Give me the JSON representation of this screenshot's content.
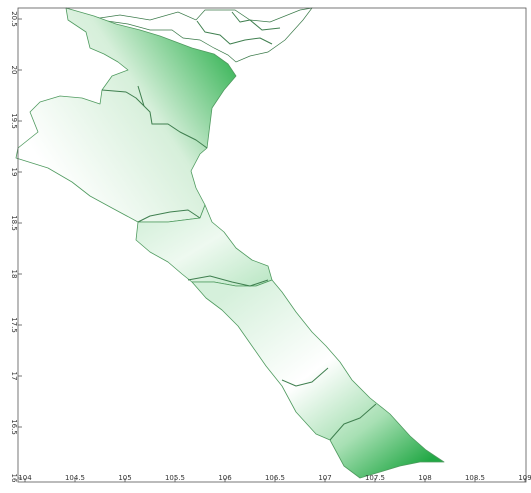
{
  "map": {
    "colors": {
      "region_light": "#ffffff",
      "region_dark": "#2fb34f",
      "border": "#3f7f4f",
      "frame": "#555555"
    },
    "x_axis": {
      "ticks": [
        {
          "value": 104,
          "label": "104"
        },
        {
          "value": 104.5,
          "label": "104.5"
        },
        {
          "value": 105,
          "label": "105"
        },
        {
          "value": 105.5,
          "label": "105.5"
        },
        {
          "value": 106,
          "label": "106"
        },
        {
          "value": 106.5,
          "label": "106.5"
        },
        {
          "value": 107,
          "label": "107"
        },
        {
          "value": 107.5,
          "label": "107.5"
        },
        {
          "value": 108,
          "label": "108"
        },
        {
          "value": 108.5,
          "label": "108.5"
        },
        {
          "value": 109,
          "label": "109"
        }
      ]
    },
    "y_axis": {
      "ticks": [
        {
          "value": 16,
          "label": "16"
        },
        {
          "value": 16.5,
          "label": "16.5"
        },
        {
          "value": 17,
          "label": "17"
        },
        {
          "value": 17.5,
          "label": "17.5"
        },
        {
          "value": 18,
          "label": "18"
        },
        {
          "value": 18.5,
          "label": "18.5"
        },
        {
          "value": 19,
          "label": "19"
        },
        {
          "value": 19.5,
          "label": "19.5"
        },
        {
          "value": 20,
          "label": "20"
        },
        {
          "value": 20.5,
          "label": "20.5"
        }
      ]
    }
  }
}
